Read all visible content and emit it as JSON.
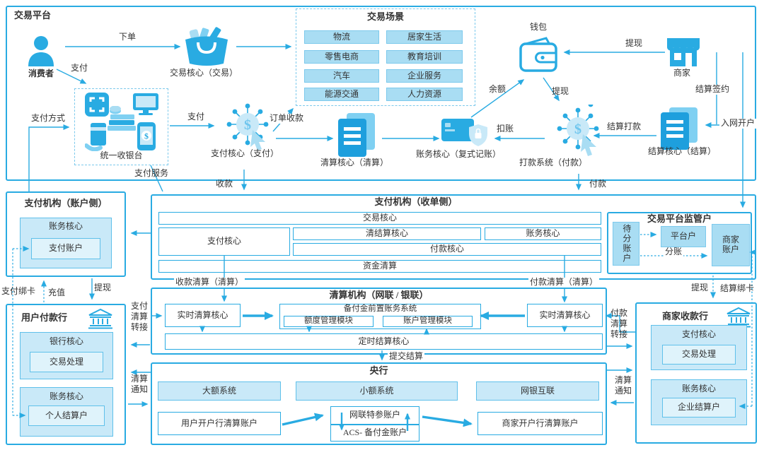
{
  "colors": {
    "primary": "#29ABE2",
    "fill_light": "#C9E9F8",
    "fill_mid": "#A9DDF3",
    "fill_pale": "#DFF3FB"
  },
  "icons": {
    "dollar": "$"
  },
  "trading_platform": {
    "title": "交易平台",
    "consumer": "消费者",
    "order_label": "下单",
    "pay_label": "支付",
    "trade_core": "交易核心（交易）",
    "scenarios": {
      "title": "交易场景",
      "items": [
        "物流",
        "居家生活",
        "零售电商",
        "教育培训",
        "汽车",
        "企业服务",
        "能源交通",
        "人力资源"
      ]
    },
    "wallet": "钱包",
    "merchant": "商家",
    "withdraw_top": "提现",
    "cashier": "统一收银台",
    "pay_method": "支付方式",
    "pay2": "支付",
    "payment_core": "支付核心（支付）",
    "order_collect": "订单收款",
    "clearing_core": "清算核心（清算）",
    "accounting_core": "账务核心（复式记账）",
    "deduct": "扣账",
    "payout_system": "打款系统（付款）",
    "settle_pay": "结算打款",
    "settlement_core": "结算核心（结算）",
    "balance": "余额",
    "withdraw_mid": "提现",
    "settle_sign": "结算签约",
    "network_open": "入网开户",
    "pay_service": "支付服务",
    "collect": "收款",
    "payment": "付款"
  },
  "account_side": {
    "title": "支付机构（账户侧）",
    "accounting_core": "账务核心",
    "payment_account": "支付账户",
    "bind_card": "支付绑卡",
    "recharge": "充值",
    "withdraw": "提现"
  },
  "acquiring_side": {
    "title": "支付机构（收单侧）",
    "trade_core": "交易核心",
    "payment_core": "支付核心",
    "clear_settle_core": "清结算核心",
    "accounting_core": "账务核心",
    "pay_core": "付款核心",
    "fund_clearing": "资金清算",
    "collect_clearing": "收款清算（清算）",
    "pay_clearing": "付款清算（清算）"
  },
  "supervision": {
    "title": "交易平台监管户",
    "pending": "待分账户",
    "platform": "平台户",
    "merchant_acct": "商家账户",
    "split": "分账",
    "withdraw": "提现",
    "settle_bind": "结算绑卡"
  },
  "clearing_inst": {
    "title": "清算机构（网联 / 银联）",
    "rt_core_left": "实时清算核心",
    "reserve_sys": "备付金前置账务系统",
    "quota": "额度管理模块",
    "account_mgmt": "账户管理模块",
    "rt_core_right": "实时清算核心",
    "timed_core": "定时结算核心",
    "submit": "提交结算",
    "pay_transfer_left": [
      "支付",
      "清算",
      "转接"
    ],
    "pay_transfer_right": [
      "付款",
      "清算",
      "转接"
    ]
  },
  "central_bank": {
    "title": "央行",
    "large": "大额系统",
    "small": "小额系统",
    "ibps": "网银互联",
    "user_clear_acct": "用户开户行清算账户",
    "netsunion_acct": "网联特参账户",
    "acs_acct": "ACS- 备付金账户",
    "merchant_clear_acct": "商家开户行清算账户",
    "notice_left": [
      "清算",
      "通知"
    ],
    "notice_right": [
      "清算",
      "通知"
    ]
  },
  "user_bank": {
    "title": "用户付款行",
    "bank_core": "银行核心",
    "txn": "交易处理",
    "accounting_core": "账务核心",
    "personal": "个人结算户"
  },
  "merchant_bank": {
    "title": "商家收款行",
    "payment_core": "支付核心",
    "txn": "交易处理",
    "accounting_core": "账务核心",
    "corp": "企业结算户"
  }
}
